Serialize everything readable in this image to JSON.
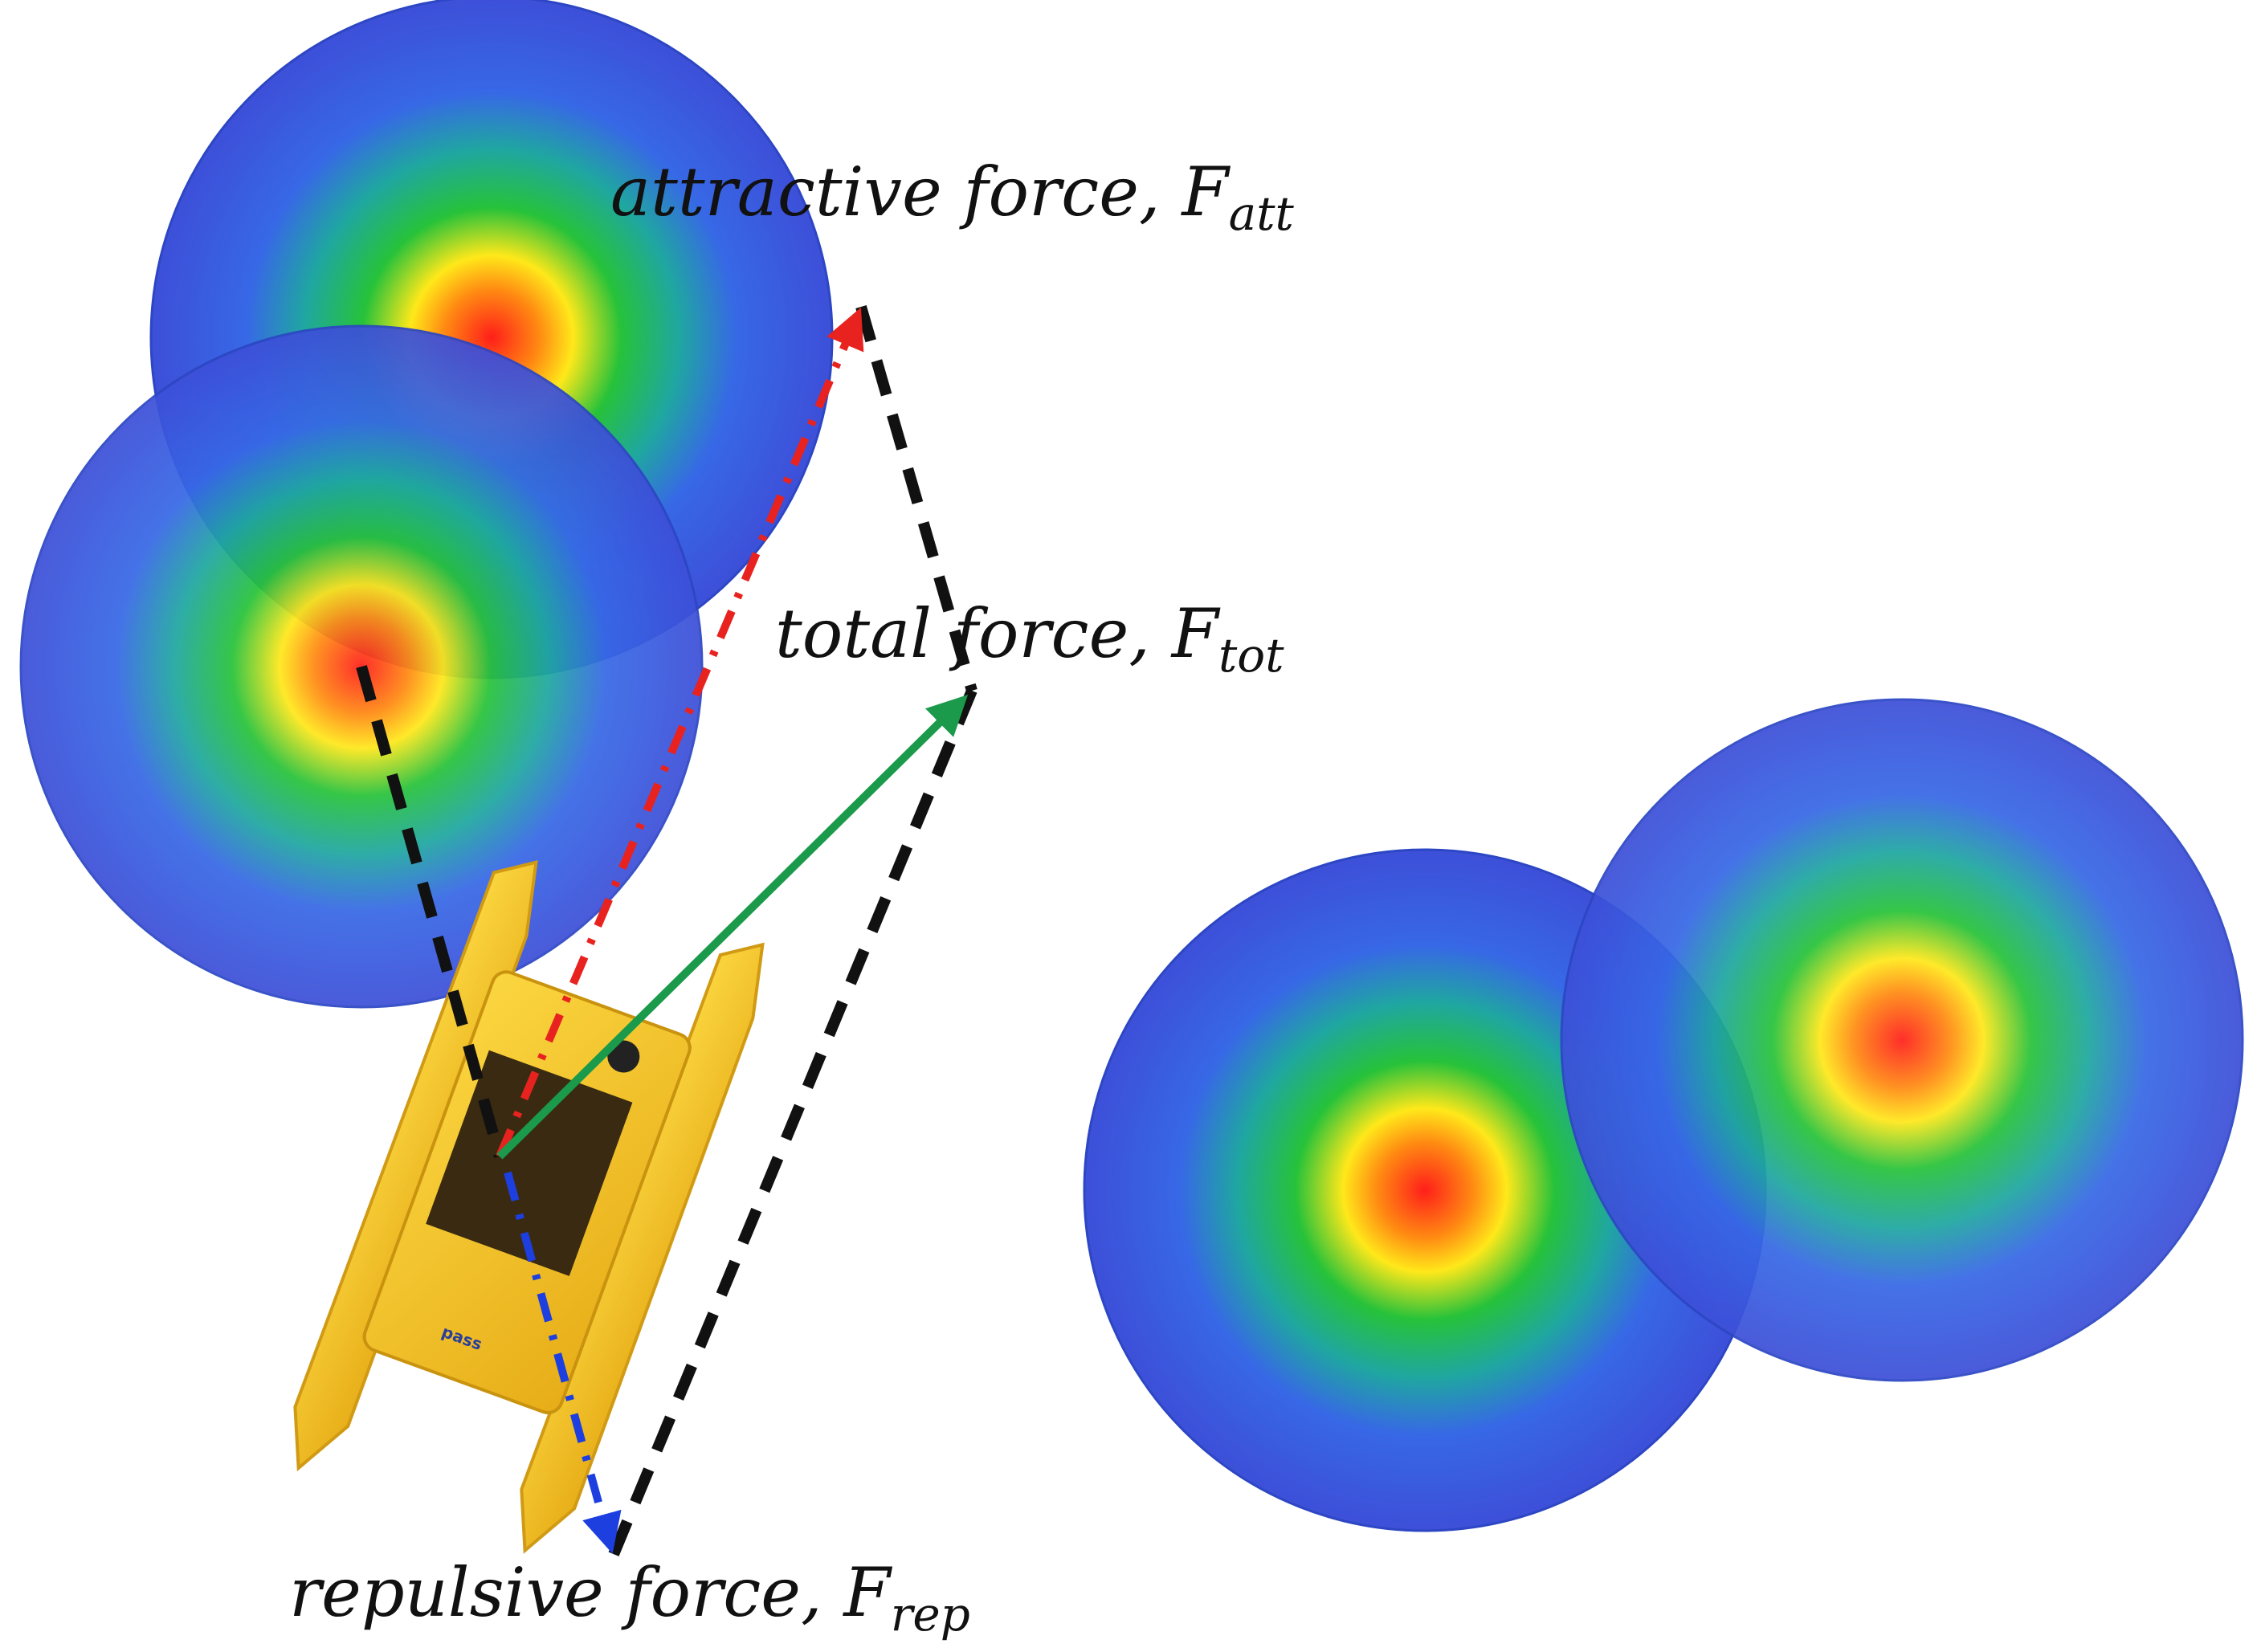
{
  "labels": {
    "attractive": {
      "main": "attractive force, F",
      "sub": "att"
    },
    "total": {
      "main": "total force, F",
      "sub": "tot"
    },
    "repulsive": {
      "main": "repulsive force, F",
      "sub": "rep"
    }
  },
  "boat": {
    "logo_text": "pass"
  },
  "colors": {
    "field_center": "#ff2a1a",
    "field_mid": "#ffdd00",
    "field_green": "#1fb83a",
    "field_edge": "#3a55e6",
    "attractive_arrow": "#e8231f",
    "repulsive_arrow": "#1d3fe0",
    "total_arrow": "#1a9a4a",
    "construction_line": "#111111",
    "boat": "#f7c52f"
  }
}
